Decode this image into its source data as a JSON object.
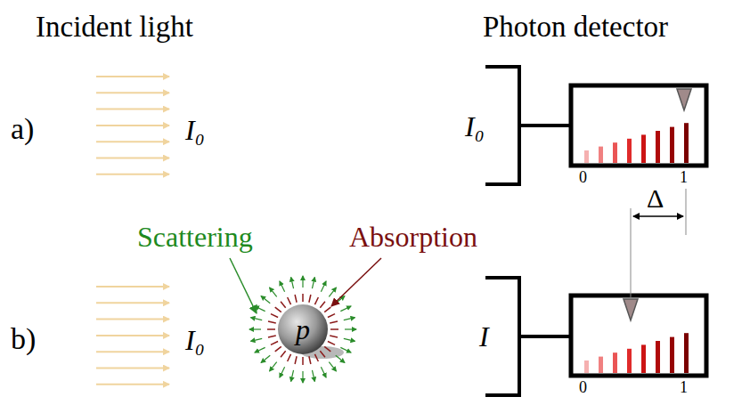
{
  "diagram": {
    "nodes": [
      {
        "text": [
          "p"
        ]
      }
    ],
    "labels": [
      "Incident light",
      "Photon detector",
      "a)",
      "I₀",
      "I₀",
      "0",
      "1",
      "Δ",
      "b)",
      "Scattering",
      "Absorption",
      "I₀",
      "I",
      "0",
      "1"
    ]
  }
}
